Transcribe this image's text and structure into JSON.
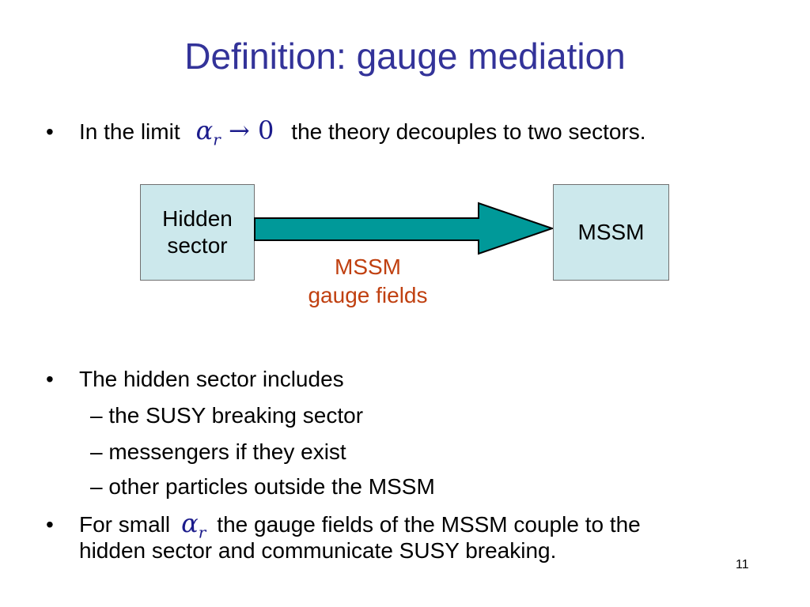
{
  "slide": {
    "title": "Definition: gauge mediation",
    "bullet_symbol": "•",
    "dash_symbol": "–",
    "bullet1": {
      "prefix": "In the limit",
      "math_symbol": "α",
      "math_subscript": "r",
      "math_arrow": "→",
      "math_value": "0",
      "suffix": "the theory decouples to two sectors."
    },
    "diagram": {
      "left_box_line1": "Hidden",
      "left_box_line2": "sector",
      "right_box": "MSSM",
      "arrow_label_line1": "MSSM",
      "arrow_label_line2": "gauge fields",
      "box_fill": "#cce8ec",
      "arrow_fill": "#009999",
      "label_color": "#c04010"
    },
    "bullet2": {
      "text": "The hidden sector includes",
      "subitems": [
        "the SUSY breaking sector",
        "messengers if they exist",
        "other particles outside the MSSM"
      ]
    },
    "bullet3": {
      "prefix": "For small",
      "math_symbol": "α",
      "math_subscript": "r",
      "line1_suffix": "the gauge fields of the MSSM couple to the",
      "line2": "hidden sector and communicate SUSY breaking."
    },
    "page_number": "11",
    "title_color": "#333399"
  }
}
